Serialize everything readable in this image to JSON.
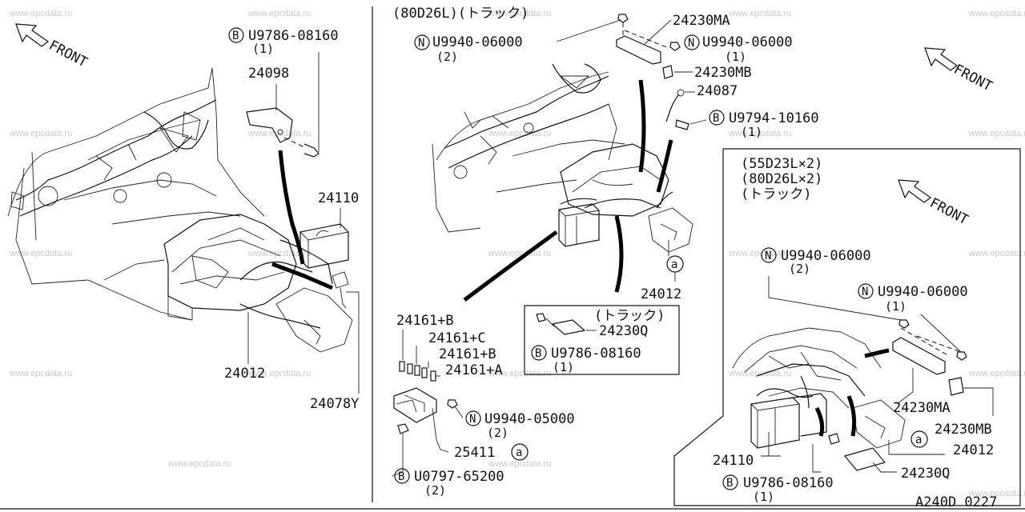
{
  "watermark": "www.epcdata.ru",
  "front_label": "FRONT",
  "left_panel": {
    "bolt_prefix": "B",
    "bolt_code": "U9786-08160",
    "bolt_qty": "(1)",
    "bracket": "24098",
    "battery_harness": "24110",
    "main_harness": "24012",
    "ground": "24078Y"
  },
  "mid_panel": {
    "spec": "(80D26L)(トラック)",
    "nut_a_code": "U9940-06000",
    "nut_a_qty": "(2)",
    "bracket_ma": "24230MA",
    "nut_b_code": "U9940-06000",
    "nut_b_qty": "(1)",
    "bracket_mb": "24230MB",
    "part_24087": "24087",
    "bolt_c_code": "U9794-10160",
    "bolt_c_qty": "(1)",
    "harness_24012": "24012",
    "circle_a": "a",
    "fuse1": "24161+B",
    "fuse2": "24161+C",
    "fuse3": "24161+B",
    "fuse4": "24161+A",
    "nut_d_code": "U9940-05000",
    "nut_d_qty": "(2)",
    "relay": "25411",
    "bolt_e_code": "U0797-65200",
    "bolt_e_qty": "(2)",
    "truck_box_title": "(トラック)",
    "truck_box_part": "24230Q",
    "truck_box_bolt_code": "U9786-08160",
    "truck_box_bolt_qty": "(1)"
  },
  "right_panel": {
    "spec1": "(55D23L×2)",
    "spec2": "(80D26L×2)",
    "spec3": "(トラック)",
    "nut_a_code": "U9940-06000",
    "nut_a_qty": "(2)",
    "nut_b_code": "U9940-06000",
    "nut_b_qty": "(1)",
    "bracket_ma": "24230MA",
    "bracket_mb": "24230MB",
    "harness_24012": "24012",
    "harness_24110": "24110",
    "bolt_code": "U9786-08160",
    "bolt_qty": "(1)",
    "bracket_q": "24230Q",
    "circle_a": "a"
  },
  "page_code": "A240D 0227",
  "prefix_n": "N",
  "prefix_b": "B"
}
